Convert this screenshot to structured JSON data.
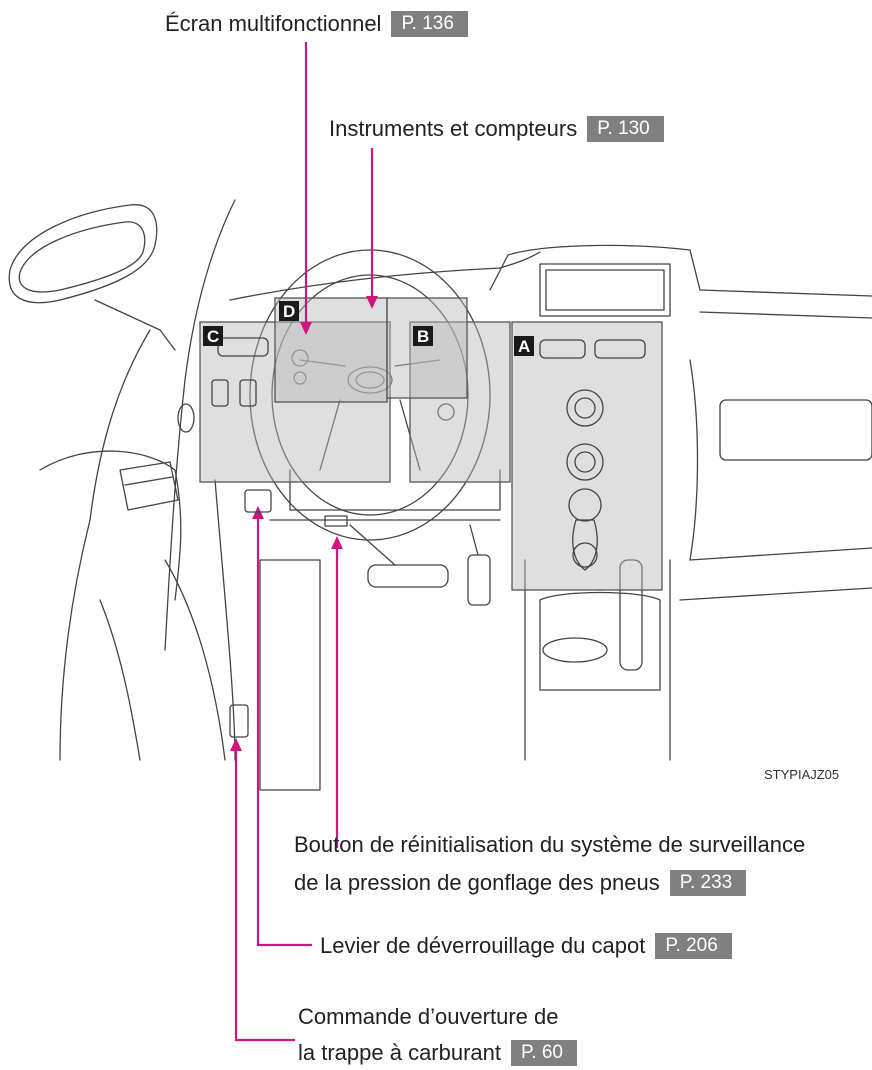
{
  "labels": {
    "multi_display": {
      "text": "Écran multifonctionnel",
      "page": "P. 136"
    },
    "instruments": {
      "text": "Instruments et compteurs",
      "page": "P. 130"
    },
    "tpms_reset": {
      "line1": "Bouton de réinitialisation du système de surveillance",
      "line2": "de la pression de gonflage des pneus",
      "page": "P. 233"
    },
    "hood_release": {
      "text": "Levier de déverrouillage du capot",
      "page": "P. 206"
    },
    "fuel_door": {
      "line1": "Commande d’ouverture de",
      "line2": "la trappe à carburant",
      "page": "P. 60"
    }
  },
  "zones": {
    "a": "A",
    "b": "B",
    "c": "C",
    "d": "D"
  },
  "image_code": "STYPIAJZ05",
  "colors": {
    "leader": "#d0157f",
    "page_ref_bg": "#808080",
    "zone_fill": "#b9b9b9",
    "badge": "#1a1a1a"
  }
}
